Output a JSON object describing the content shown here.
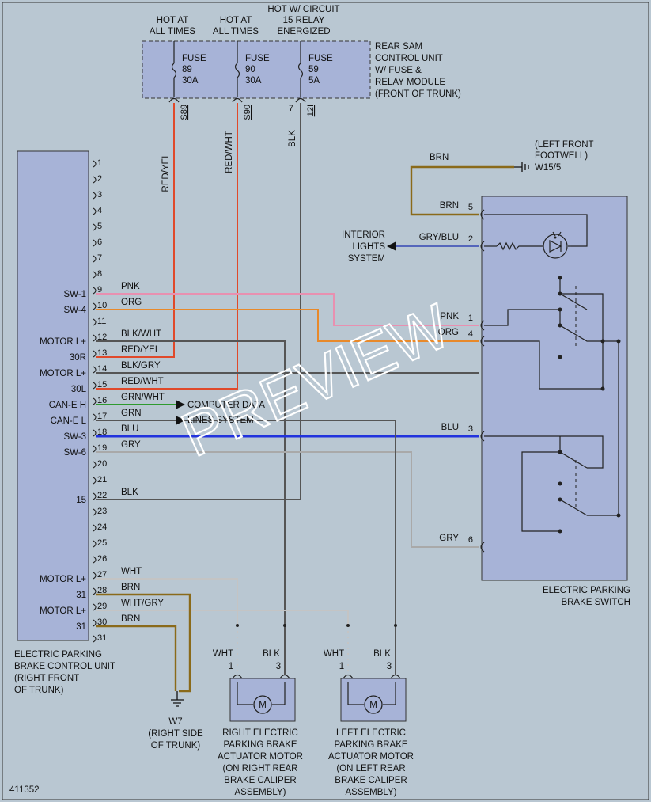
{
  "colors": {
    "background": "#b9c7d2",
    "box_fill": "#a7b3d7",
    "red_yel": "#e0492a",
    "red_wht": "#e0492a",
    "blk": "#555555",
    "pnk": "#e890b0",
    "org": "#e8892a",
    "grn": "#2e9a2e",
    "blu": "#2233dd",
    "gry": "#a9a9a9",
    "wht": "#c4c4c4",
    "brn": "#8a6a1a",
    "gry_blu": "#5566bb"
  },
  "fuse_box": {
    "hot1": [
      "HOT AT",
      "ALL TIMES"
    ],
    "hot2": [
      "HOT AT",
      "ALL TIMES"
    ],
    "hot3": [
      "HOT W/ CIRCUIT",
      "15 RELAY",
      "ENERGIZED"
    ],
    "fuse89": [
      "FUSE",
      "89",
      "30A"
    ],
    "fuse90": [
      "FUSE",
      "90",
      "30A"
    ],
    "fuse59": [
      "FUSE",
      "59",
      "5A"
    ],
    "terminal1": "S89",
    "terminal2": "S90",
    "terminal3_num": "7",
    "terminal3": "12I",
    "label": [
      "REAR SAM",
      "CONTROL UNIT",
      "W/ FUSE &",
      "RELAY MODULE",
      "(FRONT OF TRUNK)"
    ]
  },
  "vertical_wires": {
    "red_yel": "RED/YEL",
    "red_wht": "RED/WHT",
    "blk": "BLK"
  },
  "ground_left_front": {
    "wire": "BRN",
    "label": [
      "(LEFT FRONT",
      "FOOTWELL)"
    ],
    "id": "W15/5"
  },
  "interior_lights": [
    "INTERIOR",
    "LIGHTS",
    "SYSTEM"
  ],
  "computer_data": [
    "COMPUTER DATA",
    "LINES SYSTEM"
  ],
  "control_unit": {
    "label": [
      "ELECTRIC PARKING",
      "BRAKE CONTROL UNIT",
      "(RIGHT FRONT",
      "OF TRUNK)"
    ],
    "pins": [
      "1",
      "2",
      "3",
      "4",
      "5",
      "6",
      "7",
      "8",
      "9",
      "10",
      "11",
      "12",
      "13",
      "14",
      "15",
      "16",
      "17",
      "18",
      "19",
      "20",
      "21",
      "22",
      "23",
      "24",
      "25",
      "26",
      "27",
      "28",
      "29",
      "30",
      "31"
    ],
    "functions": {
      "9": "SW-1",
      "10": "SW-4",
      "12": "MOTOR L+",
      "13": "30R",
      "14": "MOTOR L+",
      "15": "30L",
      "16": "CAN-E H",
      "17": "CAN-E L",
      "18": "SW-3",
      "19": "SW-6",
      "22": "15",
      "27": "MOTOR L+",
      "28": "31",
      "29": "MOTOR L+",
      "30": "31"
    },
    "wires": {
      "9": "PNK",
      "10": "ORG",
      "12": "BLK/WHT",
      "13": "RED/YEL",
      "14": "BLK/GRY",
      "15": "RED/WHT",
      "16": "GRN/WHT",
      "17": "GRN",
      "18": "BLU",
      "19": "GRY",
      "22": "BLK",
      "27": "WHT",
      "28": "BRN",
      "29": "WHT/GRY",
      "30": "BRN"
    }
  },
  "switch": {
    "label": [
      "ELECTRIC PARKING",
      "BRAKE SWITCH"
    ],
    "pins": [
      {
        "num": "5",
        "wire": "BRN"
      },
      {
        "num": "2",
        "wire": "GRY/BLU"
      },
      {
        "num": "1",
        "wire": "PNK"
      },
      {
        "num": "4",
        "wire": "ORG"
      },
      {
        "num": "3",
        "wire": "BLU"
      },
      {
        "num": "6",
        "wire": "GRY"
      }
    ]
  },
  "ground_trunk": {
    "id": "W7",
    "label": [
      "(RIGHT SIDE",
      "OF TRUNK)"
    ]
  },
  "motor_right": {
    "wire1": "WHT",
    "pin1": "1",
    "wire2": "BLK",
    "pin2": "3",
    "symbol": "M",
    "label": [
      "RIGHT ELECTRIC",
      "PARKING BRAKE",
      "ACTUATOR MOTOR",
      "(ON RIGHT REAR",
      "BRAKE CALIPER",
      "ASSEMBLY)"
    ]
  },
  "motor_left": {
    "wire1": "WHT",
    "pin1": "1",
    "wire2": "BLK",
    "pin2": "3",
    "symbol": "M",
    "label": [
      "LEFT ELECTRIC",
      "PARKING BRAKE",
      "ACTUATOR MOTOR",
      "(ON LEFT REAR",
      "BRAKE CALIPER",
      "ASSEMBLY)"
    ]
  },
  "diagram_id": "411352",
  "watermark": "PREVIEW"
}
